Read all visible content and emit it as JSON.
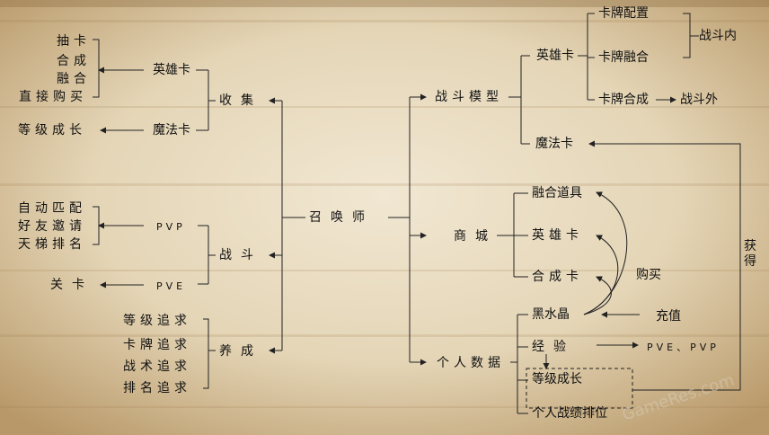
{
  "colors": {
    "background": "#d9c8a4",
    "line": "#222222",
    "text": "#111111"
  },
  "center": "召唤师",
  "left": {
    "collect": {
      "label": "收集",
      "hero_card": {
        "label": "英雄卡",
        "items": [
          "抽卡",
          "合成",
          "融合",
          "直接购买"
        ]
      },
      "magic_card": {
        "label": "魔法卡",
        "item": "等级成长"
      }
    },
    "battle": {
      "label": "战斗",
      "pvp": {
        "label": "PVP",
        "items": [
          "自动匹配",
          "好友邀请",
          "天梯排名"
        ]
      },
      "pve": {
        "label": "PVE",
        "item": "关卡"
      }
    },
    "nurture": {
      "label": "养成",
      "items": [
        "等级追求",
        "卡牌追求",
        "战术追求",
        "排名追求"
      ]
    }
  },
  "right": {
    "combat_model": {
      "label": "战斗模型",
      "hero_card": {
        "label": "英雄卡",
        "items": [
          "卡牌配置",
          "卡牌融合",
          "卡牌合成"
        ],
        "in_battle": "战斗内",
        "out_battle": "战斗外"
      },
      "magic_card": "魔法卡"
    },
    "shop": {
      "label": "商城",
      "items": [
        "融合道具",
        "英雄卡",
        "合成卡"
      ],
      "buy": "购买"
    },
    "personal": {
      "label": "个人数据",
      "black_crystal": "黑水晶",
      "recharge": "充值",
      "experience": "经验",
      "exp_source": "PVE、PVP",
      "level_growth": "等级成长",
      "ranking": "个人战绩排位",
      "obtain": "获得"
    }
  },
  "watermark": "GameRes.com"
}
